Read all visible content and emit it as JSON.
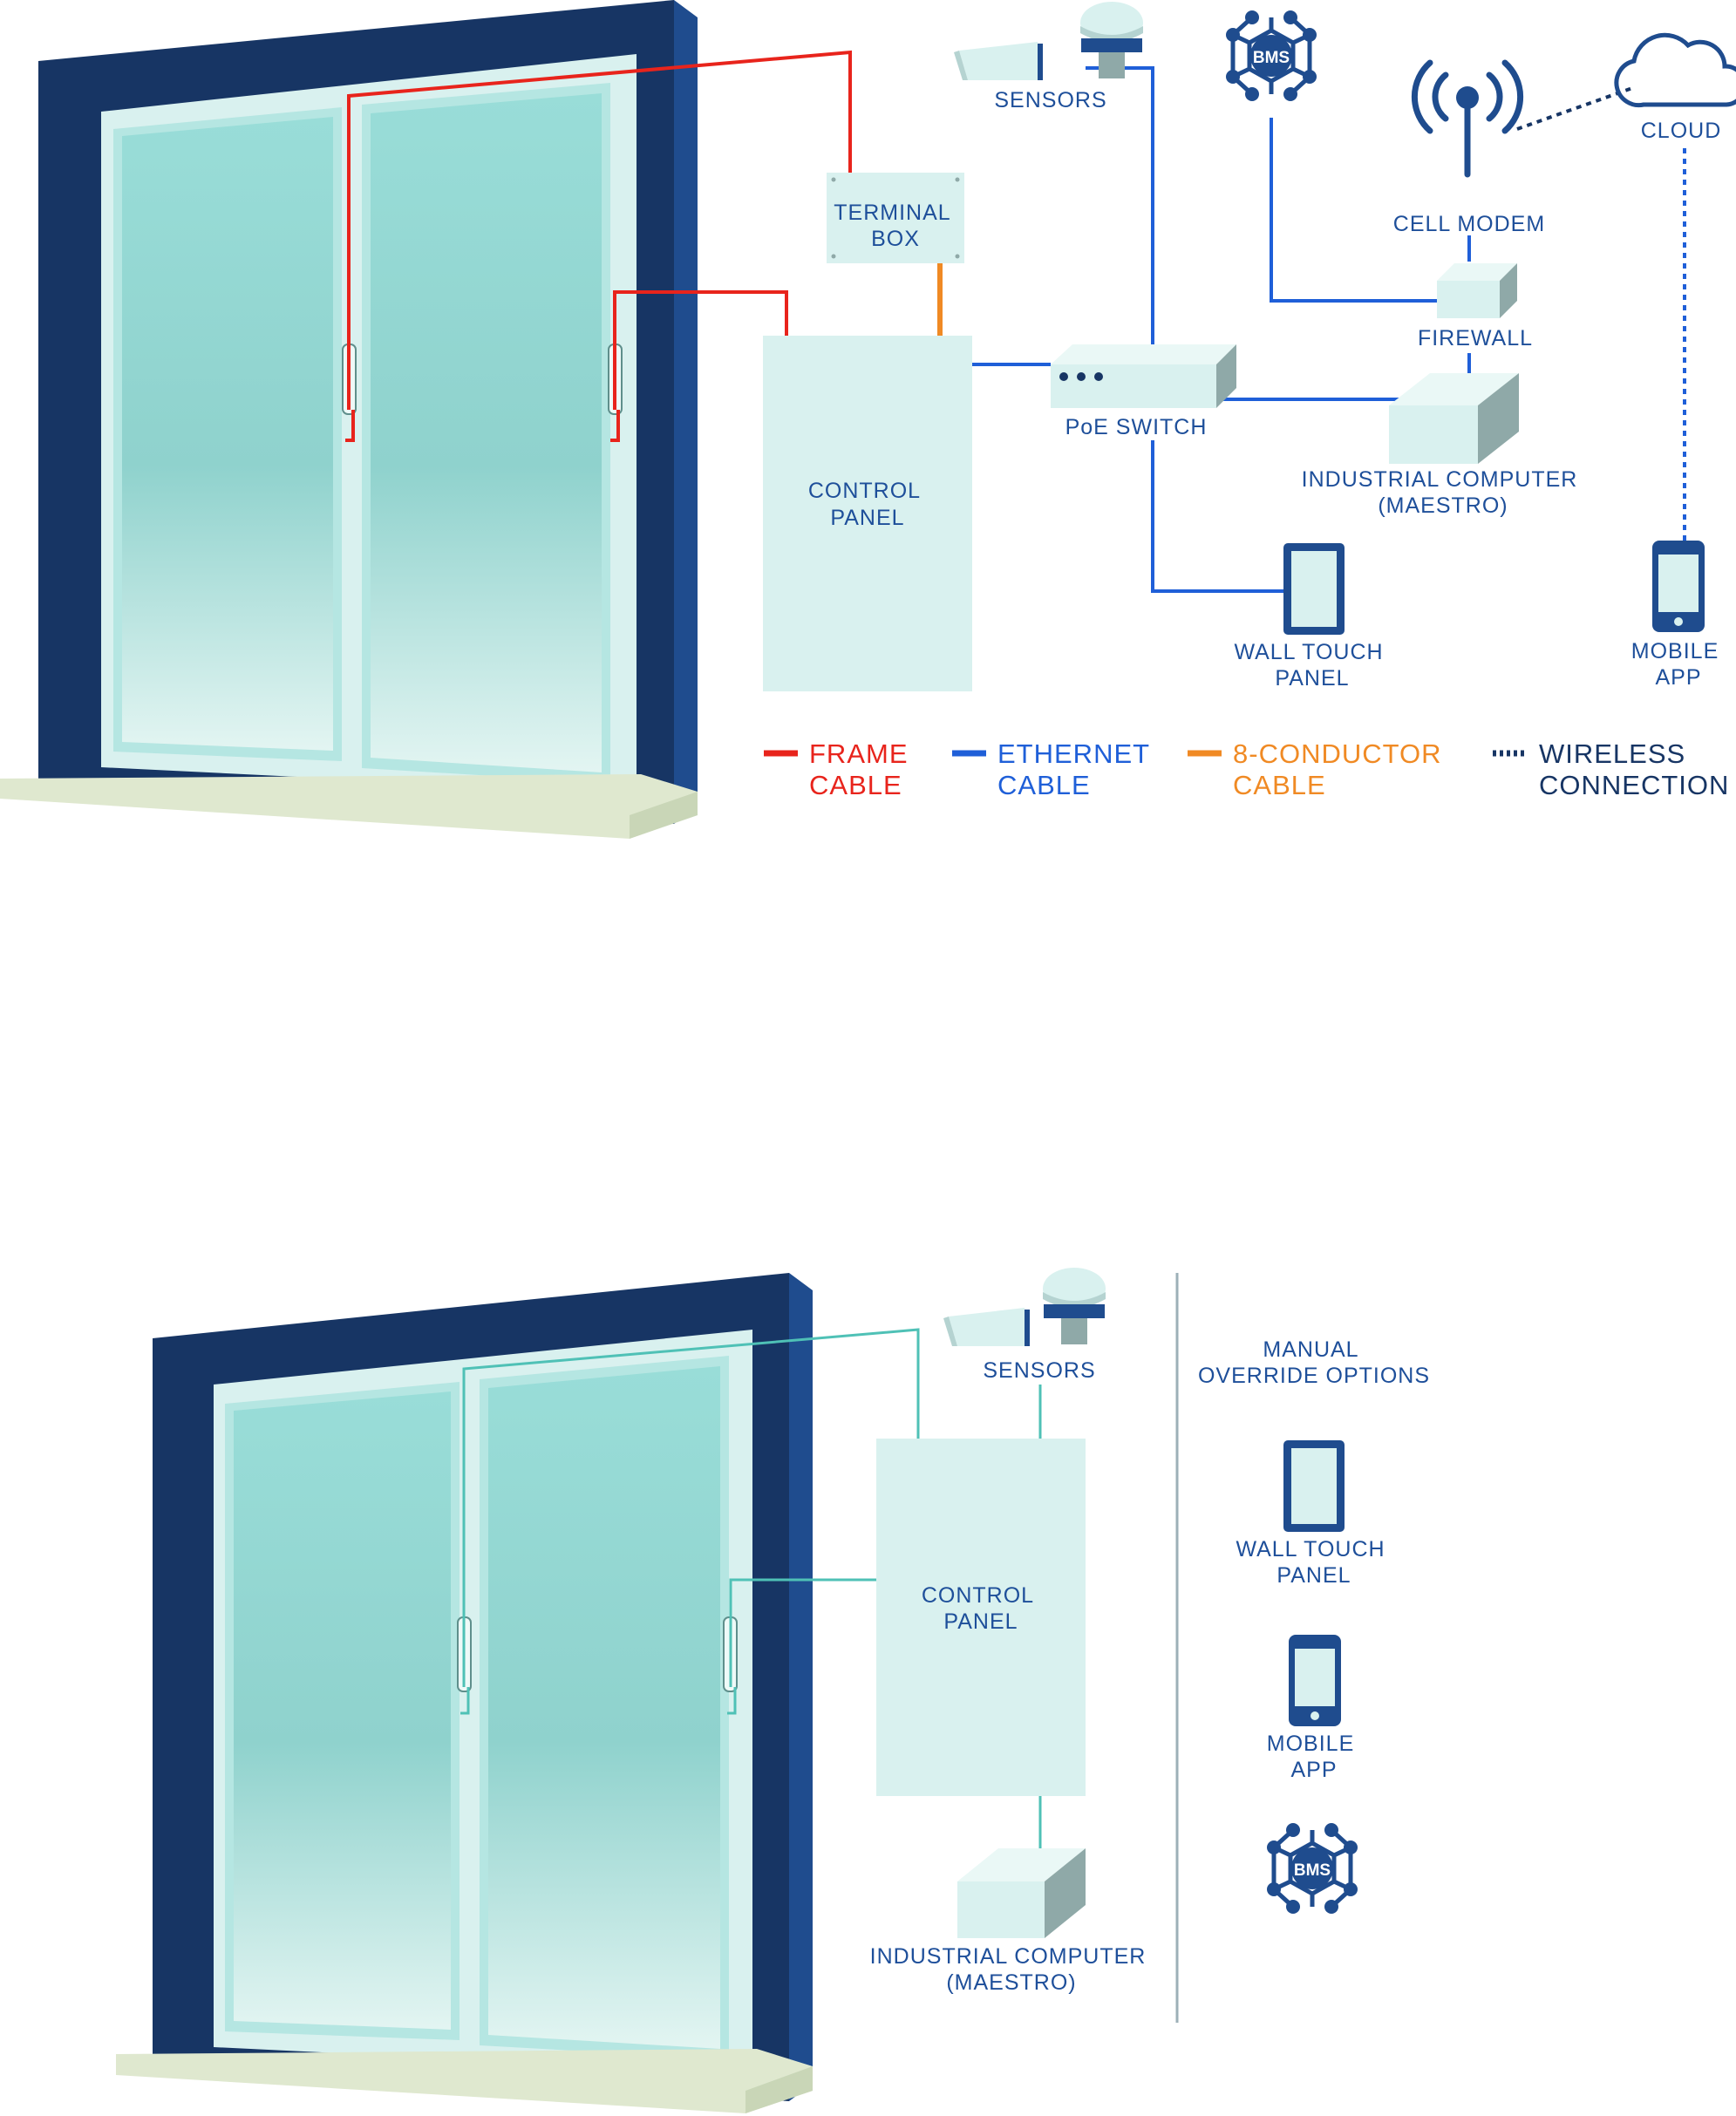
{
  "colors": {
    "navy": "#173564",
    "navy_side": "#1f4c8e",
    "frame": "#d9f1ef",
    "glass": "#9fdfda",
    "box": "#d9f1ef",
    "box_side": "#8fa9a8",
    "frame_cable": "#e8241c",
    "ethernet_cable": "#1f5fd8",
    "conductor_cable": "#f08a24",
    "wireless": "#173564",
    "teal_cable": "#4fc1b6",
    "label": "#1e4f9a",
    "sill": "#dfe8cf"
  },
  "top": {
    "labels": {
      "sensors": "SENSORS",
      "terminal_box": [
        "TERMINAL",
        "BOX"
      ],
      "control_panel": [
        "CONTROL",
        "PANEL"
      ],
      "poe_switch": "PoE SWITCH",
      "bms": "BMS",
      "cell_modem": "CELL MODEM",
      "firewall": "FIREWALL",
      "cloud": "CLOUD",
      "industrial_computer": [
        "INDUSTRIAL COMPUTER",
        "(MAESTRO)"
      ],
      "wall_touch_panel": [
        "WALL TOUCH",
        "PANEL"
      ],
      "mobile_app": [
        "MOBILE",
        "APP"
      ]
    },
    "legend": [
      {
        "id": "frame",
        "lines": [
          "FRAME",
          "CABLE"
        ],
        "color": "#e8241c"
      },
      {
        "id": "ethernet",
        "lines": [
          "ETHERNET",
          "CABLE"
        ],
        "color": "#1f5fd8"
      },
      {
        "id": "conductor",
        "lines": [
          "8-CONDUCTOR",
          "CABLE"
        ],
        "color": "#f08a24"
      },
      {
        "id": "wireless",
        "lines": [
          "WIRELESS",
          "CONNECTION"
        ],
        "color": "#173564"
      }
    ]
  },
  "bottom": {
    "labels": {
      "sensors": "SENSORS",
      "control_panel": [
        "CONTROL",
        "PANEL"
      ],
      "industrial_computer": [
        "INDUSTRIAL COMPUTER",
        "(MAESTRO)"
      ],
      "override_title": [
        "MANUAL",
        "OVERRIDE OPTIONS"
      ],
      "wall_touch_panel": [
        "WALL TOUCH",
        "PANEL"
      ],
      "mobile_app": [
        "MOBILE",
        "APP"
      ],
      "bms": "BMS"
    }
  }
}
